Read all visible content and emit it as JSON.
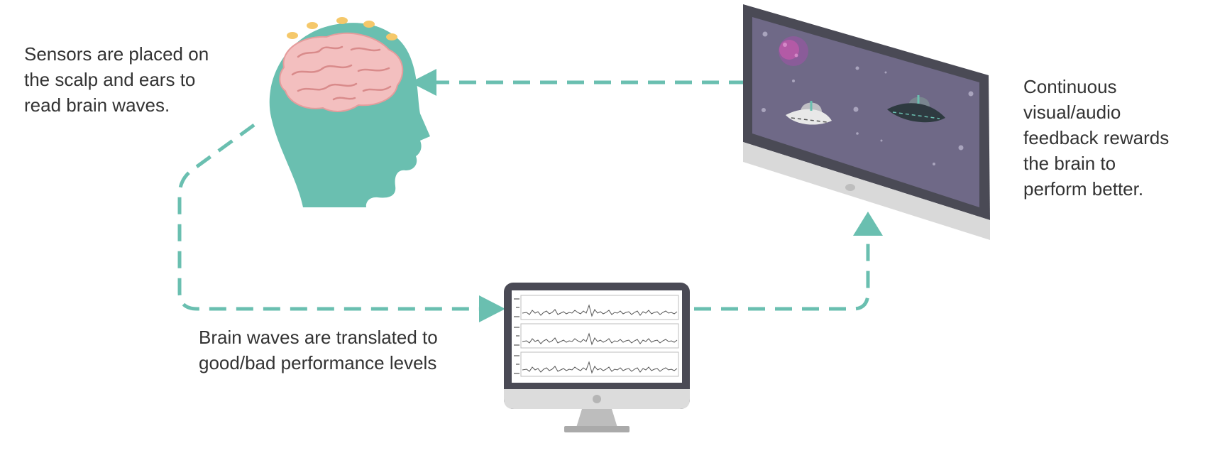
{
  "captions": {
    "sensors": [
      "Sensors are placed on",
      "the scalp and ears to",
      "read brain waves."
    ],
    "feedback": [
      "Continuous",
      "visual/audio",
      "feedback rewards",
      "the brain to",
      "perform better."
    ],
    "translate": [
      "Brain waves are translated to",
      "good/bad performance levels"
    ]
  },
  "colors": {
    "teal": "#6abfb0",
    "monitor_frame": "#4a4a55",
    "screen_space": "#6f6987",
    "monitor_chin": "#d9d9d9",
    "brain": "#f3bfbf",
    "electrode": "#f5c86a",
    "text": "#333333"
  },
  "icons": {
    "head": "head-with-brain-icon",
    "game_monitor": "game-monitor-icon",
    "eeg_monitor": "eeg-monitor-icon"
  }
}
